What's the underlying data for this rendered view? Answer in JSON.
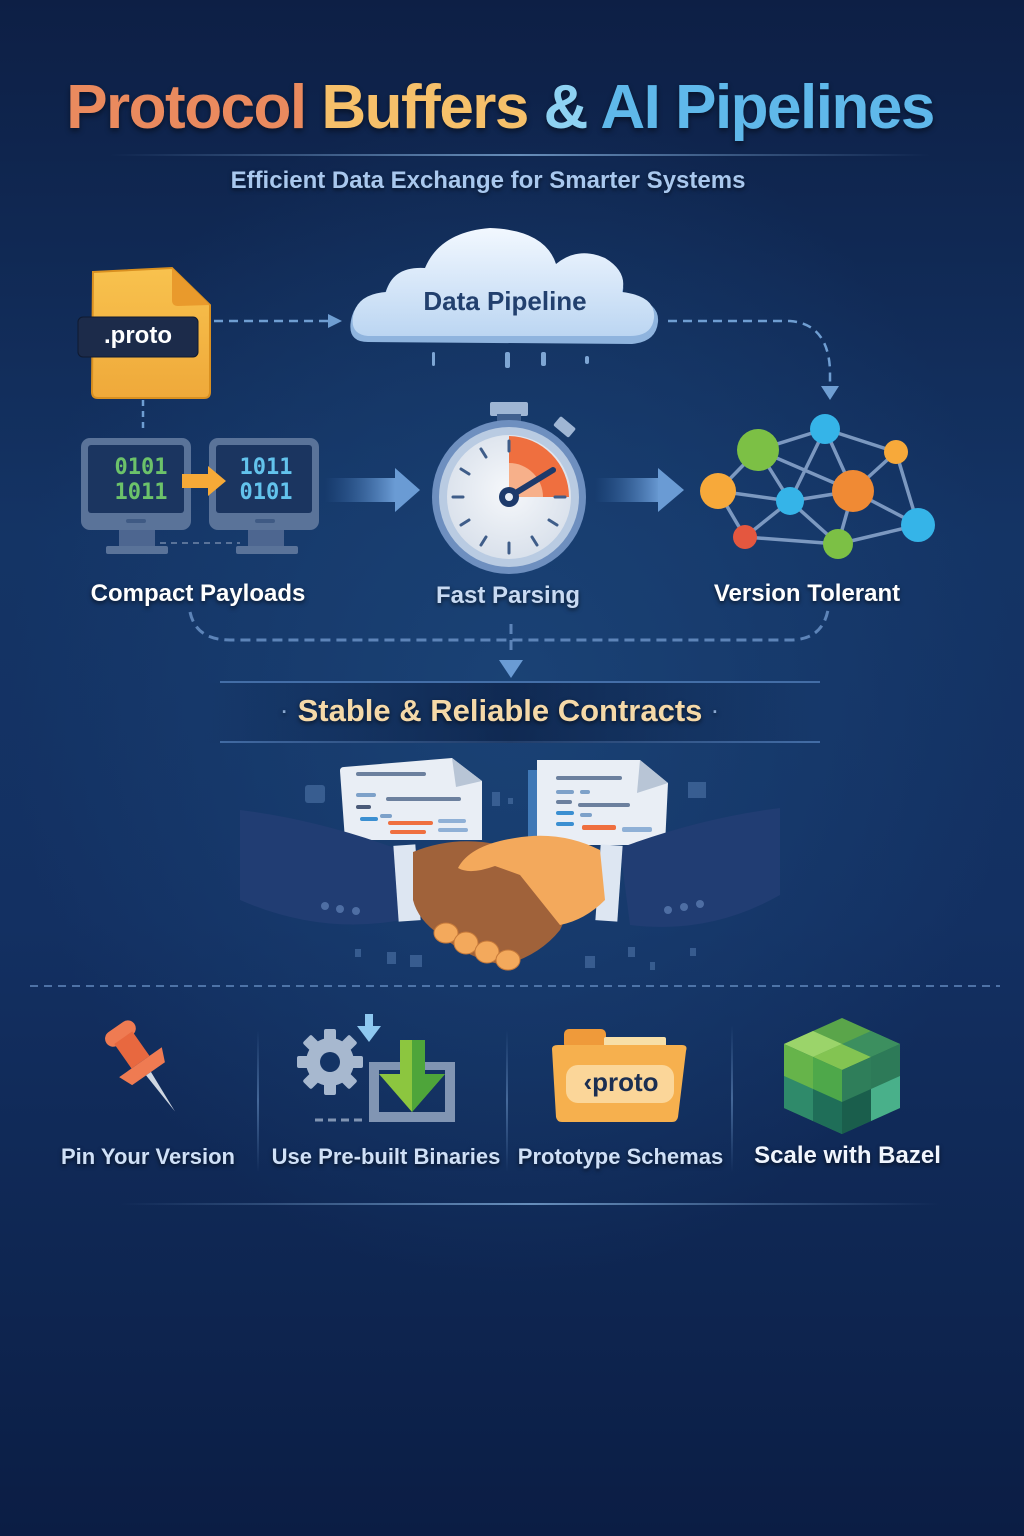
{
  "header": {
    "title_parts": [
      "Protocol",
      "Buffers",
      "&",
      "AI Pipelines"
    ],
    "subtitle": "Efficient Data Exchange for Smarter Systems"
  },
  "flow": {
    "proto_file_label": ".proto",
    "cloud_label": "Data Pipeline",
    "binary_left": [
      "0101",
      "1011"
    ],
    "binary_right": [
      "1011",
      "0101"
    ],
    "stages": [
      {
        "id": "compact",
        "label": "Compact Payloads",
        "icon": "monitors-icon"
      },
      {
        "id": "fast",
        "label": "Fast Parsing",
        "icon": "stopwatch-icon"
      },
      {
        "id": "version",
        "label": "Version Tolerant",
        "icon": "network-graph-icon"
      }
    ],
    "outcome_label": "Stable & Reliable Contracts",
    "outcome_dot": "·"
  },
  "tips": [
    {
      "label": "Pin Your Version",
      "icon": "pushpin-icon"
    },
    {
      "label": "Use Pre-built Binaries",
      "icon": "gear-download-icon"
    },
    {
      "label": "Prototype Schemas",
      "icon": "proto-folder-icon",
      "badge": "‹proto"
    },
    {
      "label": "Scale with Bazel",
      "icon": "bazel-cube-icon"
    }
  ],
  "colors": {
    "background": "#143465",
    "title_orange": "#ea8a5e",
    "title_yellow": "#f6c06a",
    "title_light_blue": "#8ed2f2",
    "title_blue": "#5fb8ea",
    "subtitle": "#a9c8ee",
    "contracts": "#f5d9a8",
    "proto_file": "#f4b740",
    "cloud": "#dcebfa",
    "binary_green": "#6cc26a",
    "binary_blue": "#63c3ec",
    "stopwatch_red": "#ef6f3f",
    "node_green": "#7cc045",
    "node_blue": "#35b4e8",
    "node_orange": "#f08a34",
    "node_yellow": "#f7a93a",
    "node_red": "#e4573f"
  }
}
